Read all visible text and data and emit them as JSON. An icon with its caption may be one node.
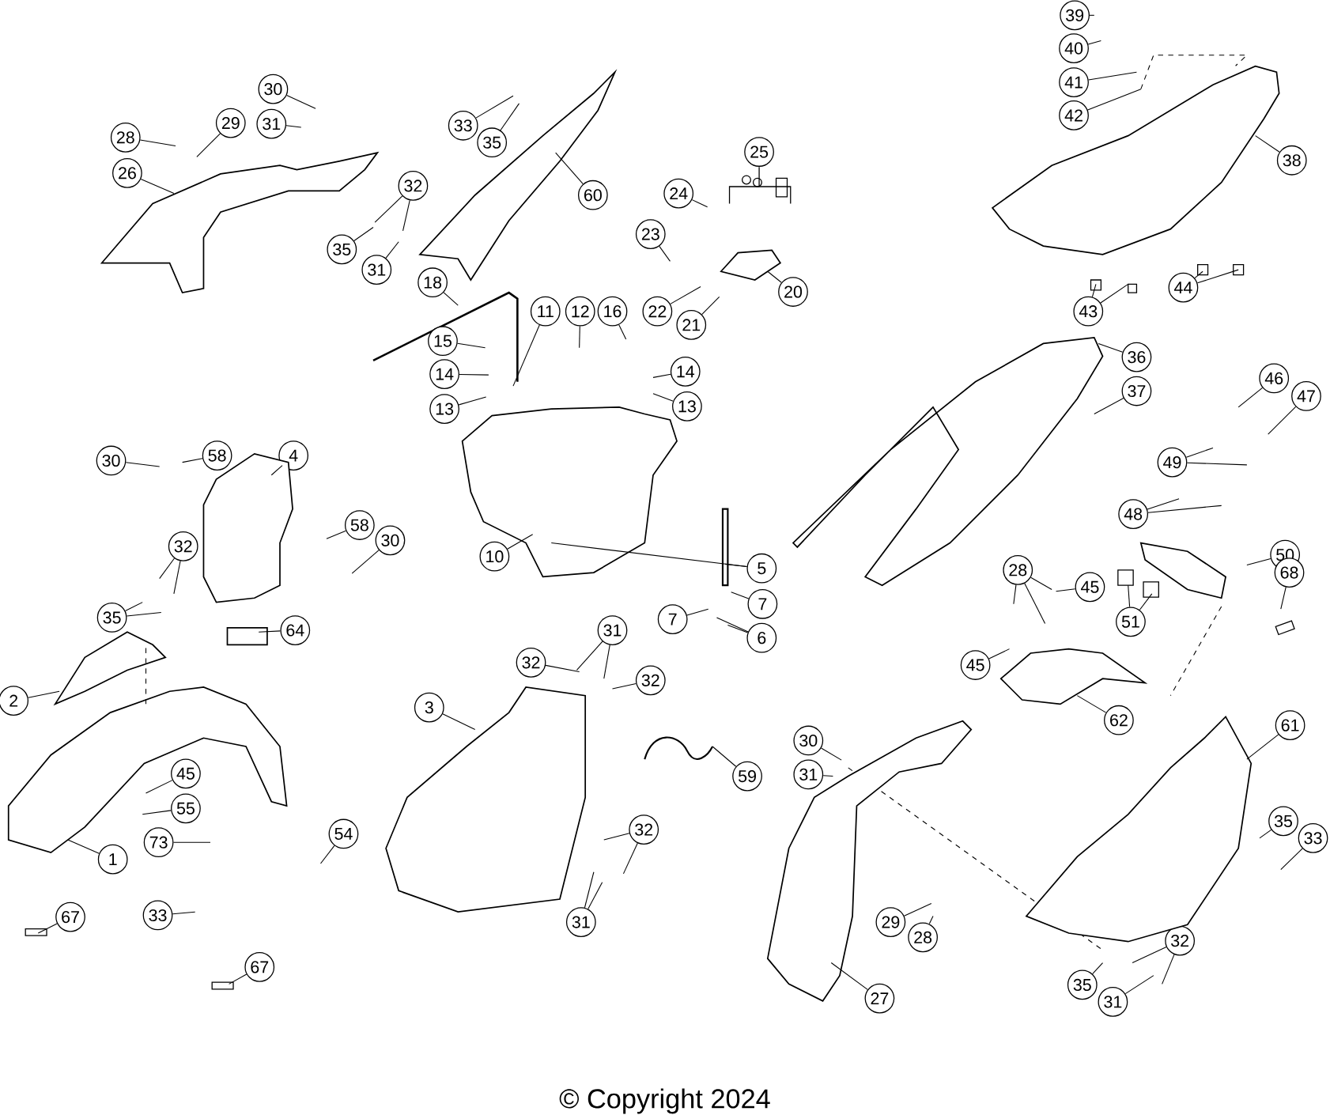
{
  "diagram": {
    "nodes": [
      {
        "text": [
          "30"
        ]
      },
      {
        "text": [
          "31"
        ]
      },
      {
        "text": [
          "28"
        ]
      },
      {
        "text": [
          "29"
        ]
      },
      {
        "text": [
          "26"
        ]
      },
      {
        "text": [
          "33"
        ]
      },
      {
        "text": [
          "35"
        ]
      },
      {
        "text": [
          "60"
        ]
      },
      {
        "text": [
          "32"
        ]
      },
      {
        "text": [
          "35"
        ]
      },
      {
        "text": [
          "31"
        ]
      },
      {
        "text": [
          "25"
        ]
      },
      {
        "text": [
          "24"
        ]
      },
      {
        "text": [
          "23"
        ]
      },
      {
        "text": [
          "20"
        ]
      },
      {
        "text": [
          "22"
        ]
      },
      {
        "text": [
          "21"
        ]
      },
      {
        "text": [
          "18"
        ]
      },
      {
        "text": [
          "11"
        ]
      },
      {
        "text": [
          "12"
        ]
      },
      {
        "text": [
          "16"
        ]
      },
      {
        "text": [
          "15"
        ]
      },
      {
        "text": [
          "14"
        ]
      },
      {
        "text": [
          "13"
        ]
      },
      {
        "text": [
          "14"
        ]
      },
      {
        "text": [
          "13"
        ]
      },
      {
        "text": [
          "39"
        ]
      },
      {
        "text": [
          "40"
        ]
      },
      {
        "text": [
          "41"
        ]
      },
      {
        "text": [
          "42"
        ]
      },
      {
        "text": [
          "38"
        ]
      },
      {
        "text": [
          "43"
        ]
      },
      {
        "text": [
          "44"
        ]
      },
      {
        "text": [
          "36"
        ]
      },
      {
        "text": [
          "37"
        ]
      },
      {
        "text": [
          "46"
        ]
      },
      {
        "text": [
          "47"
        ]
      },
      {
        "text": [
          "49"
        ]
      },
      {
        "text": [
          "48"
        ]
      },
      {
        "text": [
          "50"
        ]
      },
      {
        "text": [
          "51"
        ]
      },
      {
        "text": [
          "68"
        ]
      },
      {
        "text": [
          "30"
        ]
      },
      {
        "text": [
          "58"
        ]
      },
      {
        "text": [
          "4"
        ]
      },
      {
        "text": [
          "58"
        ]
      },
      {
        "text": [
          "30"
        ]
      },
      {
        "text": [
          "32"
        ]
      },
      {
        "text": [
          "35"
        ]
      },
      {
        "text": [
          "64"
        ]
      },
      {
        "text": [
          "2"
        ]
      },
      {
        "text": [
          "10"
        ]
      },
      {
        "text": [
          "5"
        ]
      },
      {
        "text": [
          "7"
        ]
      },
      {
        "text": [
          "7"
        ]
      },
      {
        "text": [
          "6"
        ]
      },
      {
        "text": [
          "28"
        ]
      },
      {
        "text": [
          "45"
        ]
      },
      {
        "text": [
          "45"
        ]
      },
      {
        "text": [
          "62"
        ]
      },
      {
        "text": [
          "3"
        ]
      },
      {
        "text": [
          "32"
        ]
      },
      {
        "text": [
          "31"
        ]
      },
      {
        "text": [
          "32"
        ]
      },
      {
        "text": [
          "59"
        ]
      },
      {
        "text": [
          "1"
        ]
      },
      {
        "text": [
          "45"
        ]
      },
      {
        "text": [
          "55"
        ]
      },
      {
        "text": [
          "73"
        ]
      },
      {
        "text": [
          "33"
        ]
      },
      {
        "text": [
          "54"
        ]
      },
      {
        "text": [
          "67"
        ]
      },
      {
        "text": [
          "67"
        ]
      },
      {
        "text": [
          "32"
        ]
      },
      {
        "text": [
          "31"
        ]
      },
      {
        "text": [
          "30"
        ]
      },
      {
        "text": [
          "31"
        ]
      },
      {
        "text": [
          "29"
        ]
      },
      {
        "text": [
          "28"
        ]
      },
      {
        "text": [
          "27"
        ]
      },
      {
        "text": [
          "61"
        ]
      },
      {
        "text": [
          "35"
        ]
      },
      {
        "text": [
          "33"
        ]
      },
      {
        "text": [
          "32"
        ]
      },
      {
        "text": [
          "35"
        ]
      },
      {
        "text": [
          "31"
        ]
      },
      {
        "text": [],
        "shape": "picture"
      },
      {
        "text": [],
        "shape": "picture"
      },
      {
        "text": [],
        "shape": "picture"
      },
      {
        "text": [],
        "shape": "picture"
      },
      {
        "text": [],
        "shape": "picture"
      },
      {
        "text": [],
        "shape": "picture"
      },
      {
        "text": [],
        "shape": "picture"
      },
      {
        "text": [],
        "shape": "picture"
      },
      {
        "text": [],
        "shape": "picture"
      },
      {
        "text": [],
        "shape": "box"
      },
      {
        "text": [],
        "shape": "picture"
      },
      {
        "text": [],
        "shape": "picture"
      },
      {
        "text": [],
        "shape": "picture"
      },
      {
        "text": [],
        "shape": "picture"
      },
      {
        "text": [],
        "shape": "picture"
      }
    ],
    "edges": [
      {
        "from": 0,
        "to": null,
        "arrow": "none"
      },
      {
        "from": 1,
        "to": null,
        "arrow": "none"
      },
      {
        "from": 2,
        "to": null,
        "arrow": "none"
      },
      {
        "from": 3,
        "to": null,
        "arrow": "none"
      },
      {
        "from": 4,
        "to": 89,
        "arrow": "none"
      },
      {
        "from": 5,
        "to": null,
        "arrow": "none"
      },
      {
        "from": 6,
        "to": null,
        "arrow": "none"
      },
      {
        "from": 7,
        "to": 90,
        "arrow": "none"
      },
      {
        "from": 8,
        "to": null,
        "arrow": "none"
      },
      {
        "from": 8,
        "to": null,
        "arrow": "none"
      },
      {
        "from": 9,
        "to": null,
        "arrow": "none"
      },
      {
        "from": 10,
        "to": null,
        "arrow": "none"
      },
      {
        "from": 12,
        "to": null,
        "arrow": "none"
      },
      {
        "from": 13,
        "to": null,
        "arrow": "none"
      },
      {
        "from": 14,
        "to": 91,
        "arrow": "none"
      },
      {
        "from": 15,
        "to": null,
        "arrow": "none"
      },
      {
        "from": 16,
        "to": null,
        "arrow": "none"
      },
      {
        "from": 17,
        "to": null,
        "arrow": "none"
      },
      {
        "from": 18,
        "to": null,
        "arrow": "none"
      },
      {
        "from": 19,
        "to": null,
        "arrow": "none"
      },
      {
        "from": 20,
        "to": null,
        "arrow": "none"
      },
      {
        "from": 21,
        "to": null,
        "arrow": "none"
      },
      {
        "from": 22,
        "to": null,
        "arrow": "none"
      },
      {
        "from": 23,
        "to": null,
        "arrow": "none"
      },
      {
        "from": 24,
        "to": null,
        "arrow": "none"
      },
      {
        "from": 25,
        "to": null,
        "arrow": "none"
      },
      {
        "from": 26,
        "to": null,
        "arrow": "none"
      },
      {
        "from": 27,
        "to": null,
        "arrow": "none"
      },
      {
        "from": 28,
        "to": null,
        "arrow": "none"
      },
      {
        "from": 29,
        "to": null,
        "arrow": "none"
      },
      {
        "from": 30,
        "to": 86,
        "arrow": "none"
      },
      {
        "from": 31,
        "to": null,
        "arrow": "none"
      },
      {
        "from": 31,
        "to": null,
        "arrow": "none"
      },
      {
        "from": 32,
        "to": null,
        "arrow": "none"
      },
      {
        "from": 32,
        "to": null,
        "arrow": "none"
      },
      {
        "from": 33,
        "to": 87,
        "arrow": "none"
      },
      {
        "from": 34,
        "to": null,
        "arrow": "none"
      },
      {
        "from": 35,
        "to": null,
        "arrow": "none"
      },
      {
        "from": 36,
        "to": null,
        "arrow": "none"
      },
      {
        "from": 37,
        "to": null,
        "arrow": "none"
      },
      {
        "from": 37,
        "to": null,
        "arrow": "none"
      },
      {
        "from": 38,
        "to": null,
        "arrow": "none"
      },
      {
        "from": 38,
        "to": null,
        "arrow": "none"
      },
      {
        "from": 39,
        "to": 98,
        "arrow": "none"
      },
      {
        "from": 40,
        "to": null,
        "arrow": "none"
      },
      {
        "from": 40,
        "to": null,
        "arrow": "none"
      },
      {
        "from": 41,
        "to": null,
        "arrow": "none"
      },
      {
        "from": 42,
        "to": null,
        "arrow": "none"
      },
      {
        "from": 43,
        "to": null,
        "arrow": "none"
      },
      {
        "from": 44,
        "to": 92,
        "arrow": "none"
      },
      {
        "from": 45,
        "to": null,
        "arrow": "none"
      },
      {
        "from": 46,
        "to": null,
        "arrow": "none"
      },
      {
        "from": 47,
        "to": null,
        "arrow": "none"
      },
      {
        "from": 47,
        "to": null,
        "arrow": "none"
      },
      {
        "from": 48,
        "to": null,
        "arrow": "none"
      },
      {
        "from": 48,
        "to": null,
        "arrow": "none"
      },
      {
        "from": 49,
        "to": 95,
        "arrow": "none"
      },
      {
        "from": 50,
        "to": 93,
        "arrow": "none"
      },
      {
        "from": 51,
        "to": 88,
        "arrow": "none"
      },
      {
        "from": 52,
        "to": 88,
        "arrow": "none"
      },
      {
        "from": 52,
        "to": null,
        "arrow": "none"
      },
      {
        "from": 53,
        "to": null,
        "arrow": "none"
      },
      {
        "from": 54,
        "to": null,
        "arrow": "none"
      },
      {
        "from": 55,
        "to": null,
        "arrow": "none"
      },
      {
        "from": 55,
        "to": null,
        "arrow": "none"
      },
      {
        "from": 56,
        "to": null,
        "arrow": "none"
      },
      {
        "from": 56,
        "to": null,
        "arrow": "none"
      },
      {
        "from": 56,
        "to": null,
        "arrow": "none"
      },
      {
        "from": 57,
        "to": null,
        "arrow": "none"
      },
      {
        "from": 58,
        "to": null,
        "arrow": "none"
      },
      {
        "from": 59,
        "to": 97,
        "arrow": "none"
      },
      {
        "from": 60,
        "to": 96,
        "arrow": "none"
      },
      {
        "from": 61,
        "to": null,
        "arrow": "none"
      },
      {
        "from": 62,
        "to": null,
        "arrow": "none"
      },
      {
        "from": 62,
        "to": null,
        "arrow": "none"
      },
      {
        "from": 63,
        "to": null,
        "arrow": "none"
      },
      {
        "from": 64,
        "to": null,
        "arrow": "none"
      },
      {
        "from": 65,
        "to": 94,
        "arrow": "none"
      },
      {
        "from": 66,
        "to": null,
        "arrow": "none"
      },
      {
        "from": 67,
        "to": null,
        "arrow": "none"
      },
      {
        "from": 68,
        "to": null,
        "arrow": "none"
      },
      {
        "from": 69,
        "to": null,
        "arrow": "none"
      },
      {
        "from": 70,
        "to": null,
        "arrow": "none"
      },
      {
        "from": 71,
        "to": null,
        "arrow": "none"
      },
      {
        "from": 72,
        "to": null,
        "arrow": "none"
      },
      {
        "from": 73,
        "to": null,
        "arrow": "none"
      },
      {
        "from": 73,
        "to": null,
        "arrow": "none"
      },
      {
        "from": 74,
        "to": null,
        "arrow": "none"
      },
      {
        "from": 74,
        "to": null,
        "arrow": "none"
      },
      {
        "from": 75,
        "to": null,
        "arrow": "none"
      },
      {
        "from": 76,
        "to": null,
        "arrow": "none"
      },
      {
        "from": 77,
        "to": null,
        "arrow": "none"
      },
      {
        "from": 78,
        "to": null,
        "arrow": "none"
      },
      {
        "from": 79,
        "to": 99,
        "arrow": "none"
      },
      {
        "from": 80,
        "to": 100,
        "arrow": "none"
      },
      {
        "from": 81,
        "to": null,
        "arrow": "none"
      },
      {
        "from": 82,
        "to": null,
        "arrow": "none"
      },
      {
        "from": 83,
        "to": null,
        "arrow": "none"
      },
      {
        "from": 83,
        "to": null,
        "arrow": "none"
      },
      {
        "from": 84,
        "to": null,
        "arrow": "none"
      },
      {
        "from": 85,
        "to": null,
        "arrow": "none"
      },
      {
        "from": null,
        "to": 86,
        "arrow": "none",
        "style": "dashed"
      },
      {
        "from": 93,
        "to": 94,
        "arrow": "none",
        "style": "dashed"
      }
    ],
    "labels": [
      "© Copyright 2024"
    ]
  }
}
